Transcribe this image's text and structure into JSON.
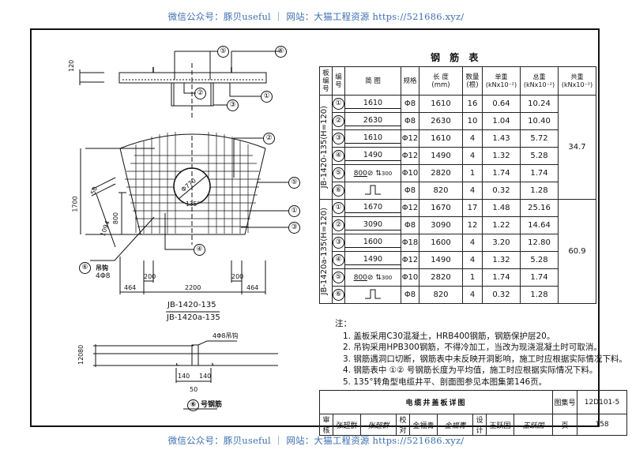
{
  "watermark": {
    "top": "微信公众号：豚贝useful ｜ 网站：大猫工程资源 https://521686.xyz/",
    "bottom": "微信公众号：豚贝useful ｜ 网站：大猫工程资源 https://521686.xyz/"
  },
  "drawing": {
    "section_dim_120": "120",
    "plan_dim_1700": "1700",
    "plan_dim_800": "800",
    "plan_dim_1094": "1094",
    "plan_dim_50": "50",
    "hole_dia": "Φ770",
    "hole_angle": "135°",
    "bottom_dims": [
      "464",
      "200",
      "2200",
      "200",
      "464"
    ],
    "hook_label": "吊钩",
    "hook_spec": "4Φ8",
    "plan_title_1": "JB-1420-135",
    "plan_title_2": "JB-1420a-135",
    "detail_dims_left": [
      "120",
      "80"
    ],
    "detail_dims_bottom": [
      "140",
      "140",
      "50"
    ],
    "detail_callout": "4Φ8吊钩",
    "detail_title": "号钢筋",
    "callouts": [
      "①",
      "②",
      "③",
      "④",
      "⑤",
      "⑥"
    ]
  },
  "table": {
    "title": "钢 筋 表",
    "headers": {
      "board_no": "板编号",
      "item_no": "编号",
      "shape": "简 图",
      "spec": "规格",
      "length": "长 度",
      "length_unit": "(mm)",
      "qty": "数量",
      "qty_unit": "(根)",
      "unit_wt": "单重",
      "total_wt": "总重",
      "sum_wt": "共重",
      "wt_unit": "(kNx10⁻²)"
    },
    "groups": [
      {
        "board": "JB-1420-135(H=120)",
        "sum": "34.7",
        "rows": [
          {
            "no": "①",
            "shape": "1610",
            "spec": "Φ8",
            "len": "1610",
            "qty": "16",
            "unit": "0.64",
            "total": "10.24"
          },
          {
            "no": "②",
            "shape": "2630",
            "spec": "Φ8",
            "len": "2630",
            "qty": "10",
            "unit": "1.04",
            "total": "10.40"
          },
          {
            "no": "③",
            "shape": "1610",
            "spec": "Φ12",
            "len": "1610",
            "qty": "4",
            "unit": "1.43",
            "total": "5.72"
          },
          {
            "no": "④",
            "shape": "1490",
            "spec": "Φ12",
            "len": "1490",
            "qty": "4",
            "unit": "1.32",
            "total": "5.28"
          },
          {
            "no": "⑤",
            "shape": "800",
            "shape_extra": "300",
            "spec": "Φ10",
            "len": "2820",
            "qty": "1",
            "unit": "1.74",
            "total": "1.74"
          },
          {
            "no": "⑥",
            "shape": "hook",
            "spec": "Φ8",
            "len": "820",
            "qty": "4",
            "unit": "0.32",
            "total": "1.28"
          }
        ]
      },
      {
        "board": "JB-1420a-135(H=120)",
        "sum": "60.9",
        "rows": [
          {
            "no": "①",
            "shape": "1670",
            "spec": "Φ12",
            "len": "1670",
            "qty": "17",
            "unit": "1.48",
            "total": "25.16"
          },
          {
            "no": "②",
            "shape": "3090",
            "spec": "Φ8",
            "len": "3090",
            "qty": "12",
            "unit": "1.22",
            "total": "14.64"
          },
          {
            "no": "③",
            "shape": "1600",
            "spec": "Φ18",
            "len": "1600",
            "qty": "4",
            "unit": "3.20",
            "total": "12.80"
          },
          {
            "no": "④",
            "shape": "1490",
            "spec": "Φ12",
            "len": "1490",
            "qty": "4",
            "unit": "1.32",
            "total": "5.28"
          },
          {
            "no": "⑤",
            "shape": "800",
            "shape_extra": "300",
            "spec": "Φ10",
            "len": "2820",
            "qty": "1",
            "unit": "1.74",
            "total": "1.74"
          },
          {
            "no": "⑥",
            "shape": "hook",
            "spec": "Φ8",
            "len": "820",
            "qty": "4",
            "unit": "0.32",
            "total": "1.28"
          }
        ]
      }
    ]
  },
  "notes": {
    "title": "注：",
    "items": [
      "1. 盖板采用C30混凝土，HRB400钢筋，钢筋保护层20。",
      "2. 吊钩采用HPB300钢筋，不得冷加工，当改为现浇混凝土时可取消。",
      "3. 钢筋遇洞口切断，钢筋表中未反映开洞影响，施工时应根据实际情况下料。",
      "4. 钢筋表中 ①② 号钢筋长度为平均值，施工时应根据实际情况下料。",
      "5. 135°转角型电缆井平、剖面图参见本图集第146页。"
    ]
  },
  "title_block": {
    "title": "电缆井盖板详图",
    "atlas_label": "图集号",
    "atlas_no": "12D101-5",
    "page_label": "页",
    "page_no": "158",
    "review_label": "审核",
    "reviewer": "张超群",
    "reviewer_sig": "张超群",
    "check_label": "校对",
    "checker": "金福青",
    "checker_sig": "金福青",
    "design_label": "设计",
    "designer": "王跃国",
    "designer_sig": "王跃国"
  }
}
